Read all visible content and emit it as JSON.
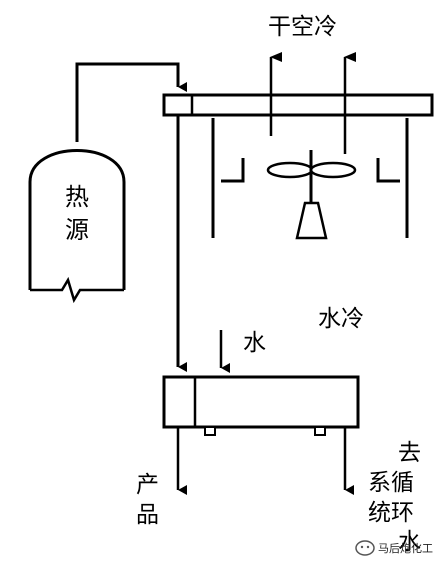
{
  "diagram": {
    "labels": {
      "dry_cooling": "干空冷",
      "heat_source_line1": "热",
      "heat_source_line2": "源",
      "water_cooling": "水冷",
      "water": "水",
      "product_line1": "产",
      "product_line2": "品",
      "to_circulation_line1": "去",
      "to_circulation_line2": "系循",
      "to_circulation_line3": "统环",
      "to_circulation_line4": "水"
    },
    "watermark": {
      "text": "马后炮化工",
      "icon": "wechat-chat-bubble-icon"
    }
  }
}
